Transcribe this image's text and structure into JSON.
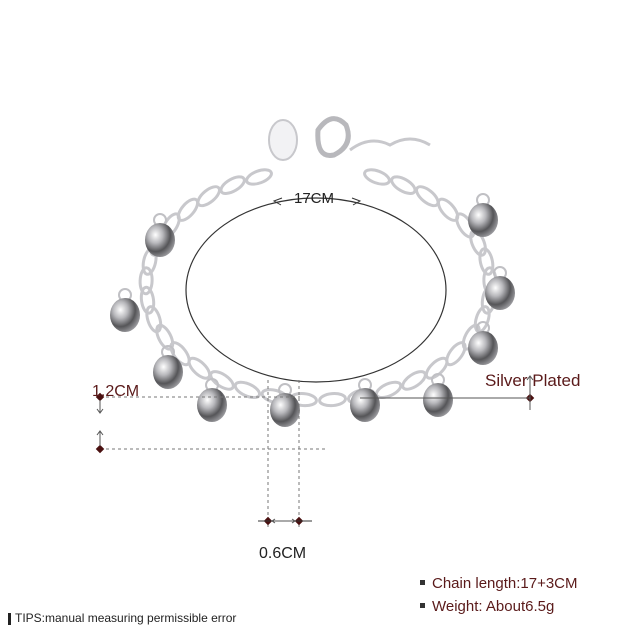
{
  "measurements": {
    "length": "17CM",
    "bell_height": "1.2CM",
    "bell_width": "0.6CM"
  },
  "material": "Silver Plated",
  "specs": [
    {
      "text": "Chain length:17+3CM"
    },
    {
      "text": "Weight:  About6.5g"
    }
  ],
  "tips": "TIPS:manual measuring permissible error",
  "colors": {
    "annotation": "#5a1a1a",
    "silver": "#c8c8cc",
    "text": "#222222"
  }
}
